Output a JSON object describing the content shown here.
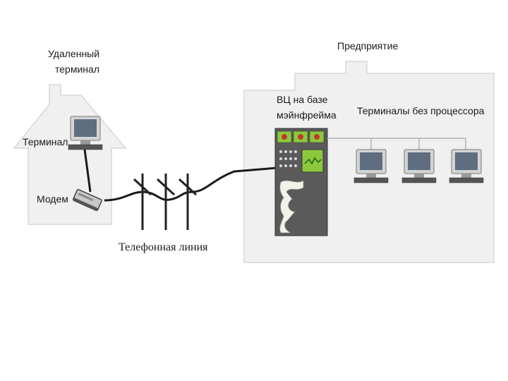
{
  "labels": {
    "remote_terminal_line1": "Удаленный",
    "remote_terminal_line2": "терминал",
    "terminal": "Терминал",
    "modem": "Модем",
    "phone_line": "Телефонная линия",
    "enterprise": "Предприятие",
    "computing_center_line1": "ВЦ на базе",
    "computing_center_line2": "мэйнфрейма",
    "terminals_no_cpu": "Терминалы без процессора"
  },
  "colors": {
    "building_fill": "#f0f0f0",
    "building_stroke": "#cfcfcf",
    "mainframe_body": "#5a5a5a",
    "mainframe_panel": "#8cc83c",
    "monitor_screen": "#5e6e80",
    "cable": "#1a1a1a"
  },
  "icons": [
    "house-shape",
    "enterprise-building-shape",
    "monitor-icon",
    "modem-icon",
    "mainframe-icon",
    "telephone-pole-icon"
  ]
}
